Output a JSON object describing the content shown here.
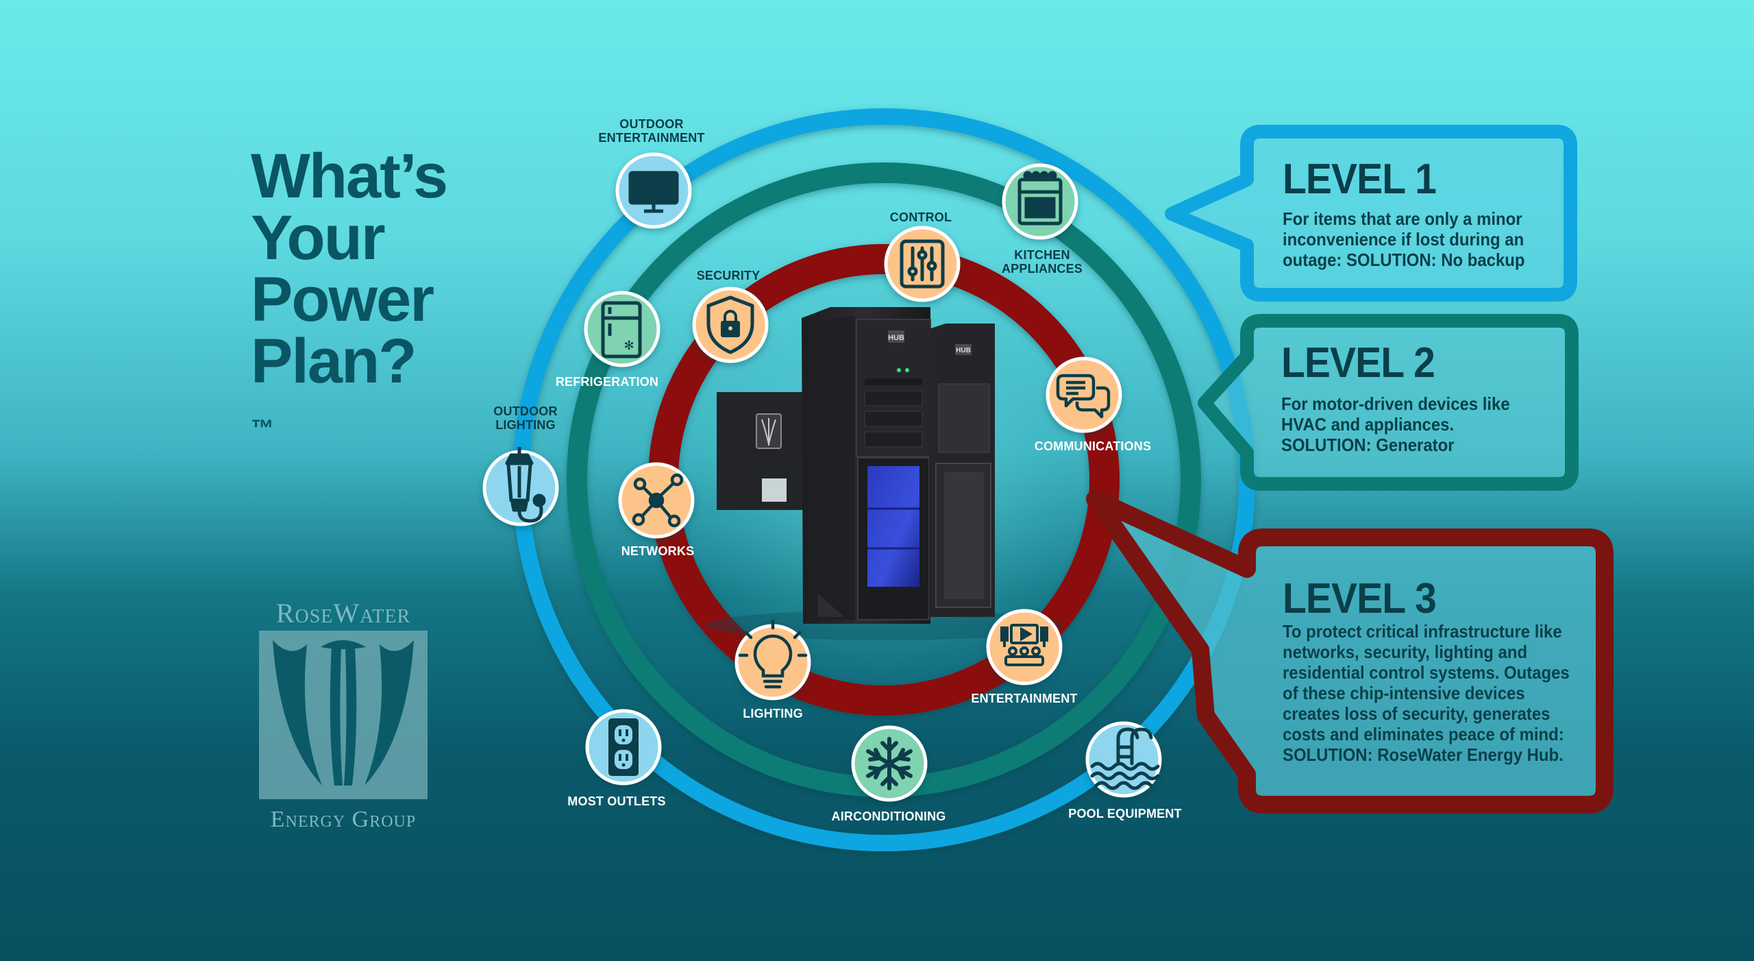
{
  "headline": {
    "line1": "What’s",
    "line2": "Your",
    "line3": "Power",
    "line4": "Plan?",
    "trademark": "™"
  },
  "logo": {
    "top_text": "RoseWater",
    "bottom_text": "Energy Group"
  },
  "product": {
    "badge": "HUB"
  },
  "rings": {
    "outer": {
      "color": "#10a6e0",
      "items": [
        {
          "label": [
            "OUTDOOR",
            "ENTERTAINMENT"
          ],
          "icon": "tv-icon"
        },
        {
          "label": [
            "OUTDOOR",
            "LIGHTING"
          ],
          "icon": "lantern-icon"
        },
        {
          "label": [
            "MOST OUTLETS"
          ],
          "icon": "outlet-icon"
        },
        {
          "label": [
            "POOL EQUIPMENT"
          ],
          "icon": "pool-ladder-icon"
        }
      ]
    },
    "middle": {
      "color": "#0b7b74",
      "items": [
        {
          "label": [
            "KITCHEN",
            "APPLIANCES"
          ],
          "icon": "oven-icon"
        },
        {
          "label": [
            "REFRIGERATION"
          ],
          "icon": "fridge-icon"
        },
        {
          "label": [
            "AIRCONDITIONING"
          ],
          "icon": "snowflake-icon"
        }
      ]
    },
    "inner": {
      "color": "#8b0a10",
      "items": [
        {
          "label": [
            "CONTROL"
          ],
          "icon": "sliders-icon"
        },
        {
          "label": [
            "SECURITY"
          ],
          "icon": "shield-lock-icon"
        },
        {
          "label": [
            "COMMUNICATIONS"
          ],
          "icon": "chat-bubbles-icon"
        },
        {
          "label": [
            "NETWORKS"
          ],
          "icon": "network-icon"
        },
        {
          "label": [
            "LIGHTING"
          ],
          "icon": "lightbulb-icon"
        },
        {
          "label": [
            "ENTERTAINMENT"
          ],
          "icon": "theater-icon"
        }
      ]
    }
  },
  "levels": [
    {
      "title": "LEVEL 1",
      "color": "#10a6e0",
      "lines": [
        "For items that are only a minor",
        "inconvenience if lost during an",
        "outage: SOLUTION: No backup"
      ]
    },
    {
      "title": "LEVEL 2",
      "color": "#0b7b74",
      "lines": [
        "For motor-driven devices like",
        "HVAC and appliances.",
        "SOLUTION: Generator"
      ]
    },
    {
      "title": "LEVEL 3",
      "color": "#7a1410",
      "lines": [
        "To protect critical infrastructure like",
        "networks, security, lighting and",
        "residential control systems. Outages",
        "of these chip-intensive devices",
        "creates loss of security, generates",
        "costs and eliminates peace of mind:",
        "SOLUTION: RoseWater Energy Hub."
      ]
    }
  ],
  "colors": {
    "orange_icon_fill": "#fdc48a",
    "green_icon_fill": "#7fd3b0",
    "blue_icon_fill": "#8ed6ef",
    "text_dark": "#0a3f4a",
    "label_light": "#ffffff",
    "label_dark": "#0b3d48"
  }
}
